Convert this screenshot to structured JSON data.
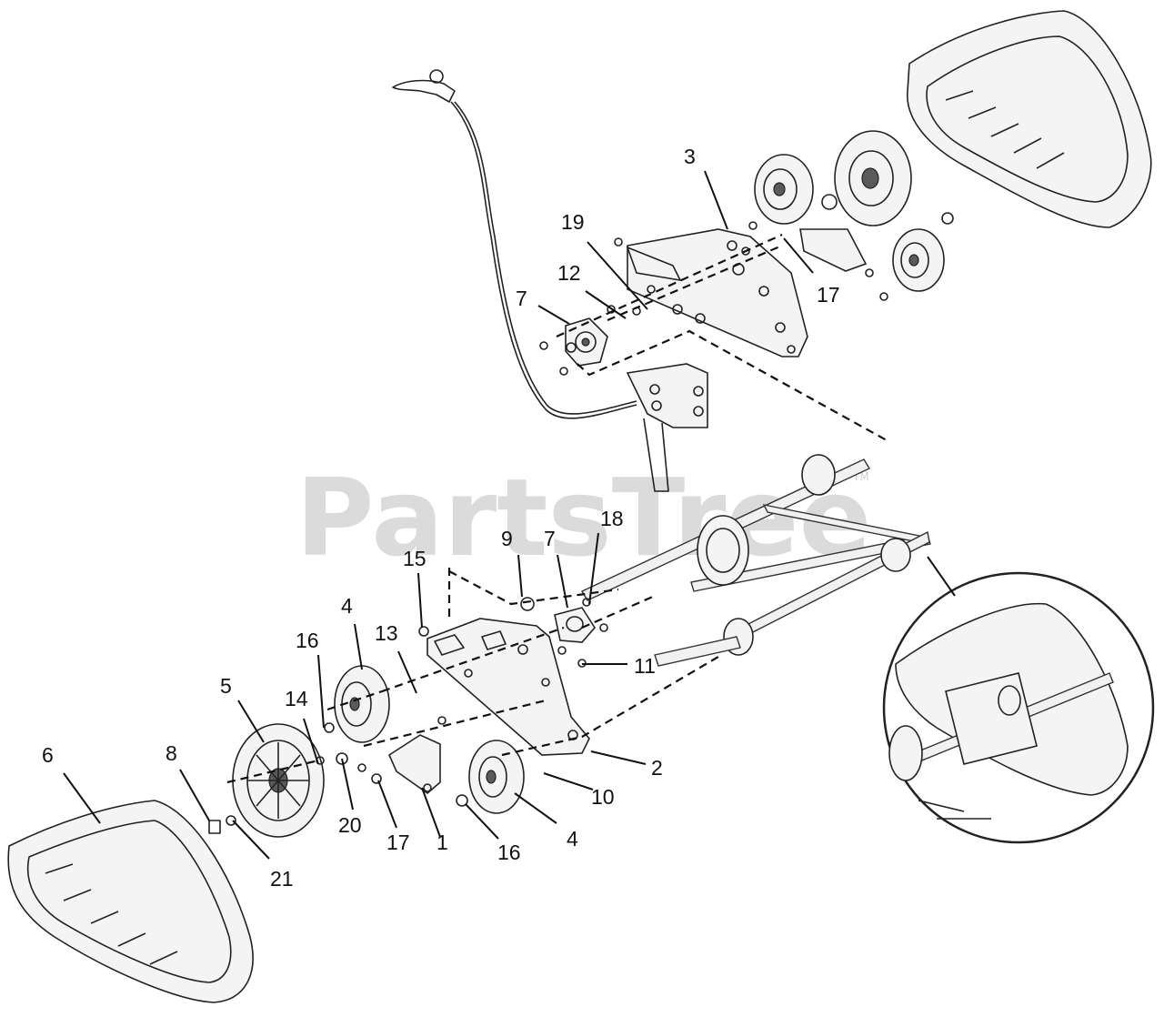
{
  "watermark": {
    "text": "PartsTree",
    "tm": "TM"
  },
  "callouts": [
    {
      "label": "3"
    },
    {
      "label": "19"
    },
    {
      "label": "12"
    },
    {
      "label": "7"
    },
    {
      "label": "17"
    },
    {
      "label": "9"
    },
    {
      "label": "7"
    },
    {
      "label": "18"
    },
    {
      "label": "15"
    },
    {
      "label": "4"
    },
    {
      "label": "16"
    },
    {
      "label": "13"
    },
    {
      "label": "11"
    },
    {
      "label": "5"
    },
    {
      "label": "14"
    },
    {
      "label": "6"
    },
    {
      "label": "8"
    },
    {
      "label": "2"
    },
    {
      "label": "10"
    },
    {
      "label": "20"
    },
    {
      "label": "17"
    },
    {
      "label": "1"
    },
    {
      "label": "16"
    },
    {
      "label": "4"
    },
    {
      "label": "21"
    }
  ]
}
